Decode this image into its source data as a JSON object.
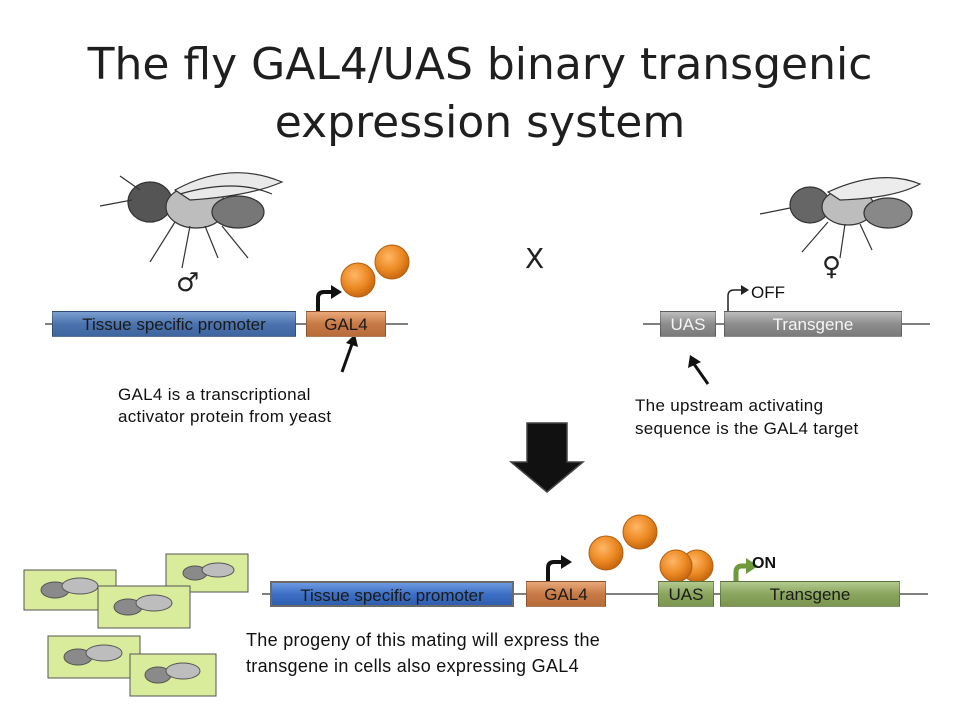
{
  "title": {
    "line1": "The fly GAL4/UAS binary transgenic",
    "line2": "expression system"
  },
  "cross_symbol": "X",
  "male_symbol": "♂",
  "female_symbol": "♀",
  "male_construct": {
    "promoter_label": "Tissue specific promoter",
    "gal4_label": "GAL4",
    "note_line1": "GAL4 is a transcriptional",
    "note_line2": "activator protein from yeast"
  },
  "female_construct": {
    "uas_label": "UAS",
    "transgene_label": "Transgene",
    "state": "OFF",
    "note_line1": "The upstream activating",
    "note_line2": "sequence is the GAL4 target"
  },
  "progeny_construct": {
    "promoter_label": "Tissue specific promoter",
    "gal4_label": "GAL4",
    "uas_label": "UAS",
    "transgene_label": "Transgene",
    "state": "ON",
    "note_line1": "The progeny of this mating will express the",
    "note_line2": "transgene in cells also expressing GAL4"
  },
  "colors": {
    "promoter": "#4b73ad",
    "gal4": "#c77a45",
    "uas_off": "#8d8d8d",
    "transgene_on": "#8aa65e",
    "protein": "#e8821e"
  }
}
